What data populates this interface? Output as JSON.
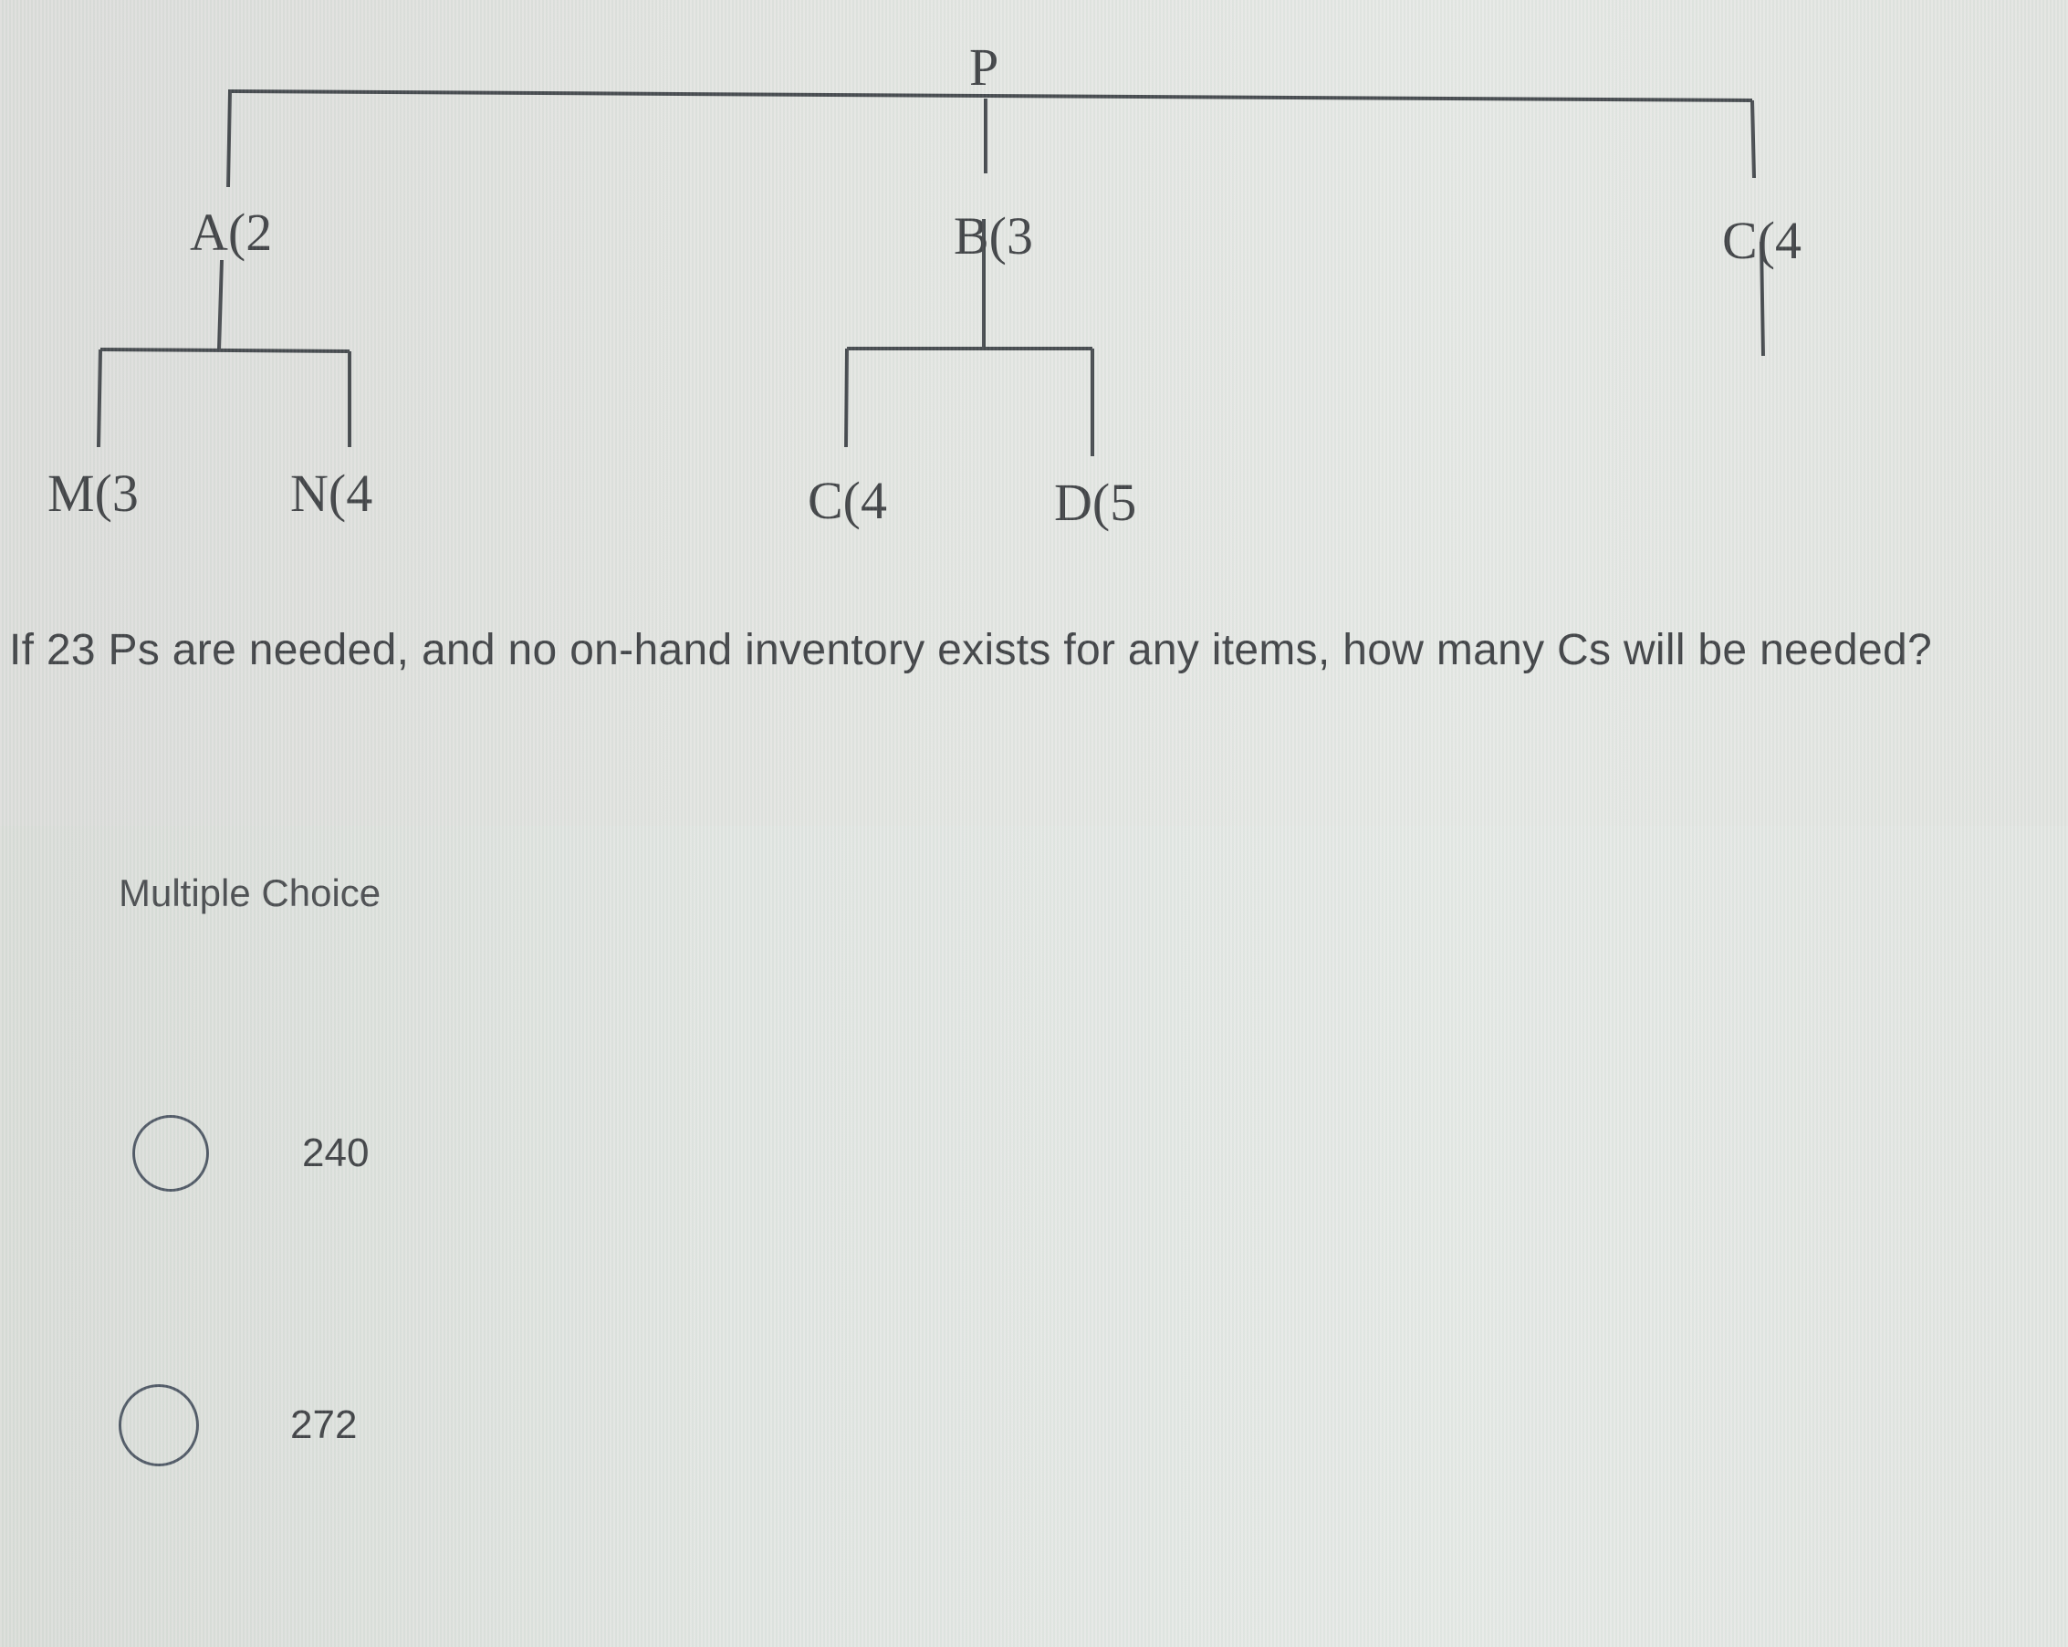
{
  "diagram": {
    "root": {
      "label": "P"
    },
    "level1": [
      {
        "label": "A(2",
        "children": [
          {
            "label": "M(3"
          },
          {
            "label": "N(4"
          }
        ]
      },
      {
        "label": "B(3",
        "children": [
          {
            "label": "C(4"
          },
          {
            "label": "D(5"
          }
        ]
      },
      {
        "label": "C(4",
        "children": []
      }
    ]
  },
  "question": {
    "text": "If 23 Ps are needed, and no on-hand inventory exists for any items, how many Cs will be needed?"
  },
  "answers": {
    "label": "Multiple Choice",
    "options": [
      {
        "value": "240",
        "selected": false
      },
      {
        "value": "272",
        "selected": false
      }
    ]
  }
}
